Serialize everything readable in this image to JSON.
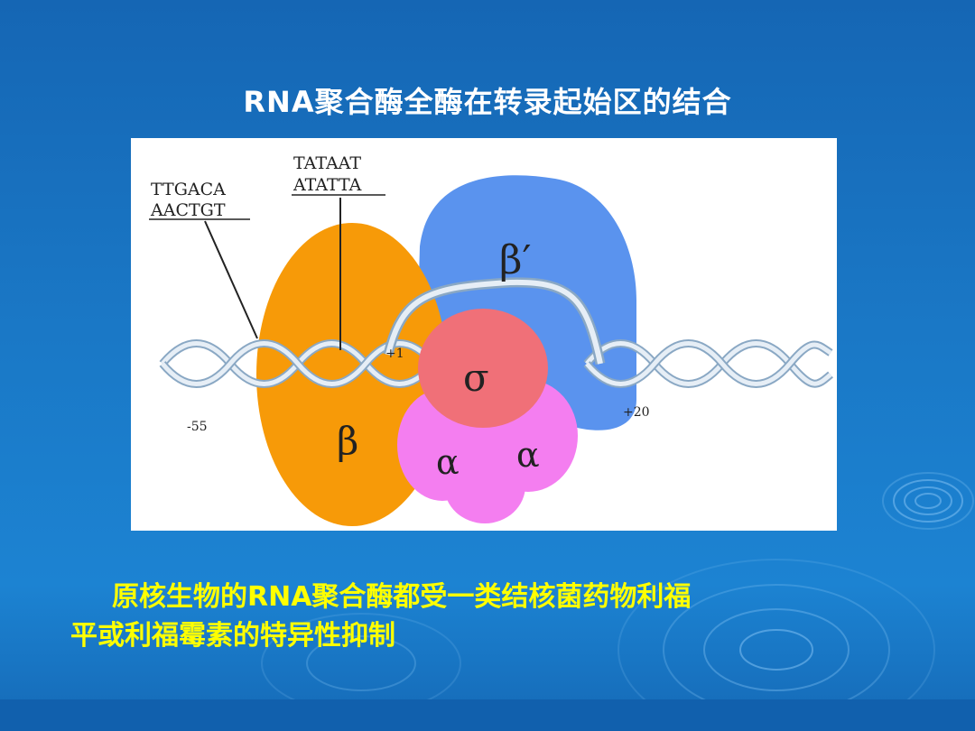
{
  "title": "RNA聚合酶全酶在转录起始区的结合",
  "diagram": {
    "minus35_top": "TTGACA",
    "minus35_bottom": "AACTGT",
    "minus10_top": "TATAAT",
    "minus10_bottom": "ATATTA",
    "beta_prime": "β′",
    "sigma": "σ",
    "beta": "β",
    "alpha1": "α",
    "alpha2": "α",
    "plus1": "+1",
    "minus55": "-55",
    "plus20": "+20"
  },
  "caption": {
    "line1": "原核生物的RNA聚合酶都受一类结核菌药物利福",
    "line2": "平或利福霉素的特异性抑制"
  },
  "colors": {
    "background": "#1a78c6",
    "title": "#ffffff",
    "caption": "#ffff00",
    "beta": "#f79a08",
    "beta_prime": "#5a93ee",
    "sigma": "#f07078",
    "alpha": "#f47ef0"
  }
}
